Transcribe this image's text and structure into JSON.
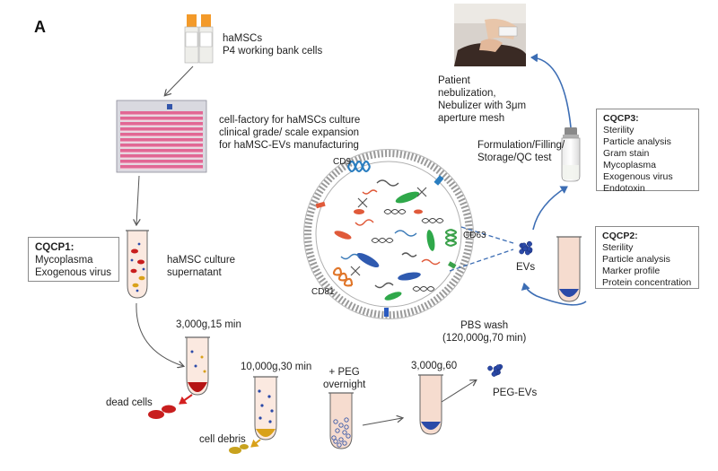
{
  "panel_letter": "A",
  "labels": {
    "hamsc_source": [
      "haMSCs",
      "P4 working bank cells"
    ],
    "cell_factory": [
      "cell-factory for haMSCs culture",
      "clinical grade/ scale  expansion",
      "for haMSC-EVs manufacturing"
    ],
    "supernatant": [
      "haMSC culture",
      "supernatant"
    ],
    "spin1": "3,000g,15 min",
    "dead_cells": "dead cells",
    "spin2": "10,000g,30 min",
    "cell_debris": "cell debris",
    "peg": [
      "+ PEG",
      "overnight"
    ],
    "spin3": "3,000g,60",
    "peg_evs": "PEG-EVs",
    "pbs_wash": [
      "PBS wash",
      "(120,000g,70 min)"
    ],
    "evs": "EVs",
    "formulation": [
      "Formulation/Filling/",
      "Storage/QC test"
    ],
    "patient": [
      "Patient",
      "nebulization,",
      "Nebulizer with 3μm",
      "aperture mesh"
    ],
    "markers": {
      "cd9": "CD9",
      "cd63": "CD63",
      "cd81": "CD81"
    }
  },
  "qc_boxes": {
    "cqcp1": {
      "title": "CQCP1:",
      "items": [
        "Mycoplasma",
        "Exogenous virus"
      ]
    },
    "cqcp2": {
      "title": "CQCP2:",
      "items": [
        "Sterility",
        "Particle analysis",
        "Marker profile",
        "Protein concentration"
      ]
    },
    "cqcp3": {
      "title": "CQCP3:",
      "items": [
        "Sterility",
        "Particle analysis",
        "Gram stain",
        "Mycoplasma",
        "Exogenous virus",
        "Endotoxin"
      ]
    }
  },
  "colors": {
    "arrow_dark": "#555555",
    "arrow_blue": "#3c6db4",
    "flask_pink": "#e25a8c",
    "tube_fill": "#f6dccf",
    "ev_blue": "#2b4aa8",
    "dead_red": "#c81e1e",
    "debris_gold": "#c8a21e",
    "red_arrow": "#d42020",
    "gold_arrow": "#d9a11a"
  }
}
